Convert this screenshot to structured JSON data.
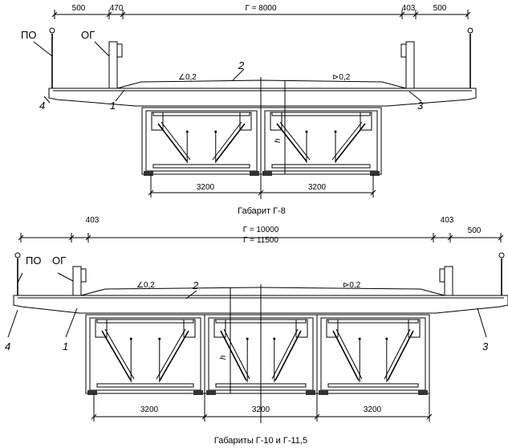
{
  "top_section": {
    "caption": "Габарит Г-8",
    "dims": {
      "left_walkway": "500",
      "left_barrier": "470",
      "carriageway": "Г = 8000",
      "right_barrier": "403",
      "right_walkway": "500"
    },
    "labels": {
      "railing": "ПО",
      "barrier": "ОГ",
      "slope_left": "∠0,2",
      "slope_right": "⊳0,2",
      "item_1": "1",
      "item_2": "2",
      "item_3": "3",
      "item_4": "4",
      "height": "h"
    },
    "bottom_dims": [
      "3200",
      "3200"
    ]
  },
  "bottom_section": {
    "caption": "Габариты Г-10 и Г-11,5",
    "dims": {
      "left_barrier": "403",
      "carriageway_1": "Г = 10000",
      "carriageway_2": "Г = 11500",
      "right_barrier": "403",
      "right_walkway": "500"
    },
    "labels": {
      "railing": "ПО",
      "barrier": "ОГ",
      "slope_left": "∠0,2",
      "slope_right": "⊳0,2",
      "item_1": "1",
      "item_2": "2",
      "item_3": "3",
      "item_4": "4",
      "height": "h"
    },
    "bottom_dims": [
      "3200",
      "3200",
      "3200"
    ]
  }
}
